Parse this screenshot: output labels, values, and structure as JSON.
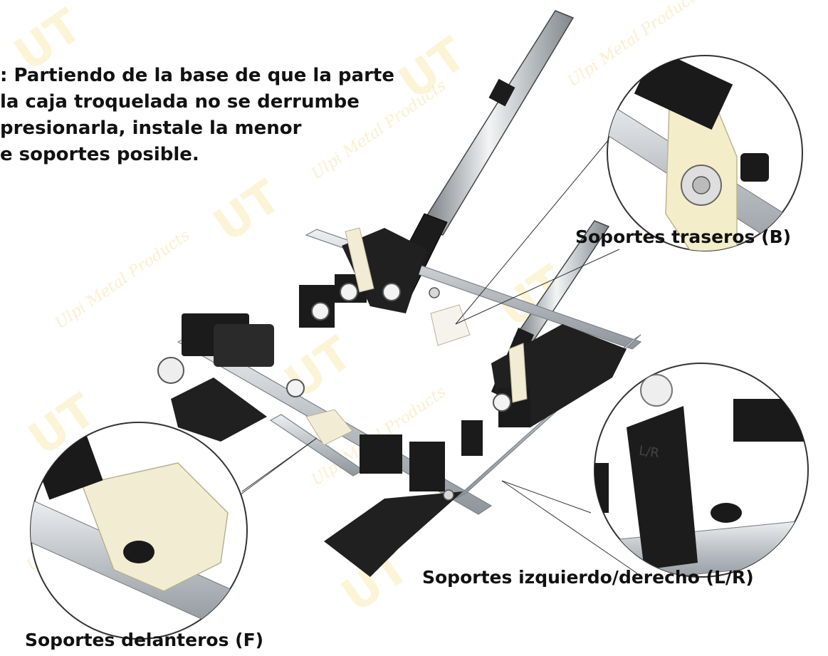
{
  "instruction_lines": [
    ": Partiendo de la base de que la parte",
    "la caja troquelada no se derrumbe",
    " presionarla, instale la menor",
    "e soportes posible."
  ],
  "labels": {
    "back": "Soportes traseros (B)",
    "left_right": "Soportes izquierdo/derecho (L/R)",
    "front": "Soportes delanteros (F)"
  },
  "part_markings": {
    "lr_marking": "L/R"
  },
  "watermark": {
    "logo": "UT",
    "text": "Ulpi Metal Products"
  },
  "colors": {
    "background": "#ffffff",
    "text": "#111111",
    "watermark": "#f6e3a8",
    "black_parts": "#1b1b1b",
    "aluminum": "#c9cdd1",
    "white_parts": "#f4f0dc"
  }
}
